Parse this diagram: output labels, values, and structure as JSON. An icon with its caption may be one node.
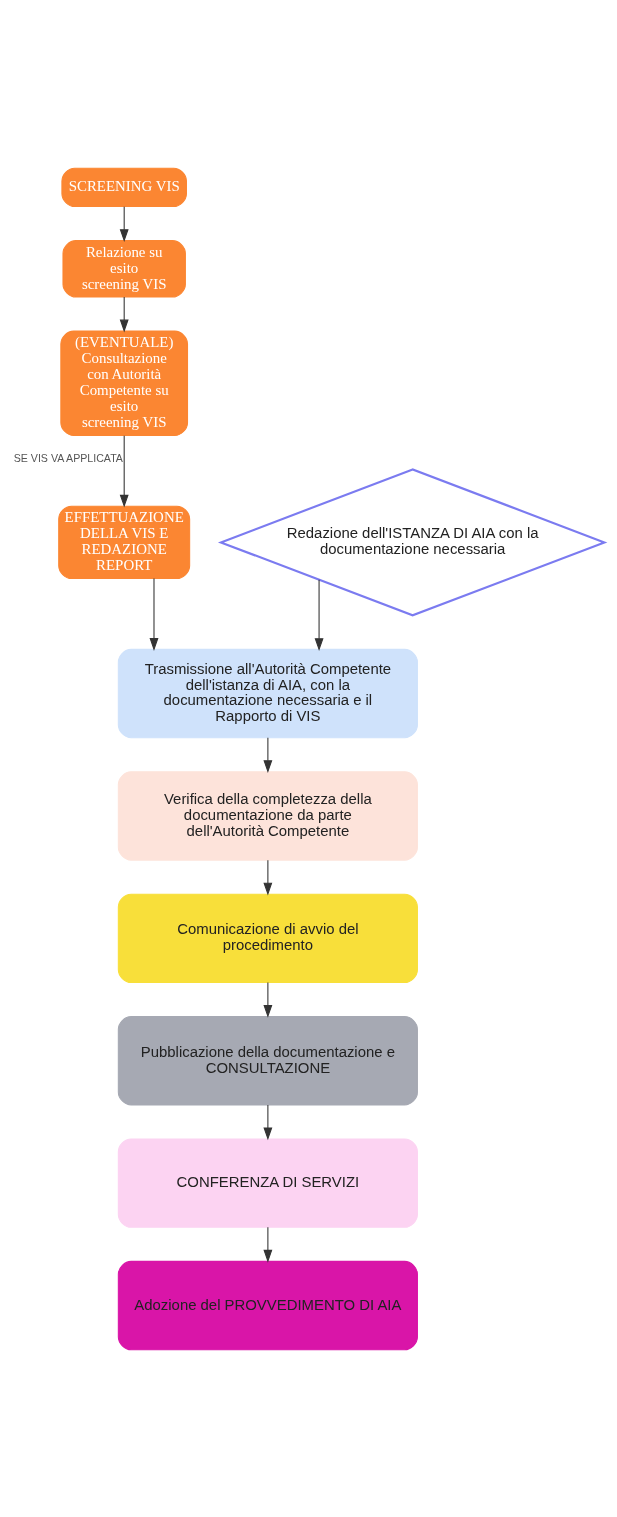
{
  "diagram": {
    "nodes": [
      {
        "text": [
          "SCREENING VIS"
        ]
      },
      {
        "text": [
          "Relazione su esito screening VIS"
        ]
      },
      {
        "text": [
          "(EVENTUALE) Consultazione con Autorità Competente su esito screening VIS"
        ]
      },
      {
        "text": [
          "EFFETTUAZIONE DELLA VIS E REDAZIONE REPORT"
        ]
      },
      {
        "text": [
          "Redazione dell'ISTANZA DI AIA con la documentazione necessaria"
        ]
      },
      {
        "text": [
          "Trasmissione all'Autorità Competente dell'istanza di AIA, con la documentazione necessaria e il Rapporto di VIS"
        ]
      },
      {
        "text": [
          "Verifica della completezza della documentazione da parte dell'Autorità Competente"
        ]
      },
      {
        "text": [
          "Comunicazione di avvio del procedimento"
        ]
      },
      {
        "text": [
          "Pubblicazione della documentazione e CONSULTAZIONE"
        ]
      },
      {
        "text": [
          "CONFERENZA DI SERVIZI"
        ]
      },
      {
        "text": [
          "Adozione del PROVVEDIMENTO DI AIA"
        ]
      }
    ],
    "edges": [
      {
        "from": 0,
        "to": 1,
        "arrow": "to"
      },
      {
        "from": 1,
        "to": 2,
        "arrow": "to"
      },
      {
        "from": 2,
        "to": 3,
        "arrow": "to",
        "label": "SE VIS VA APPLICATA"
      },
      {
        "from": 3,
        "to": 5,
        "arrow": "to"
      },
      {
        "from": 4,
        "to": 5,
        "arrow": "to"
      },
      {
        "from": 5,
        "to": 6,
        "arrow": "to"
      },
      {
        "from": 6,
        "to": 7,
        "arrow": "to"
      },
      {
        "from": 7,
        "to": 8,
        "arrow": "to"
      },
      {
        "from": 8,
        "to": 9,
        "arrow": "to"
      },
      {
        "from": 9,
        "to": 10,
        "arrow": "to"
      }
    ]
  }
}
